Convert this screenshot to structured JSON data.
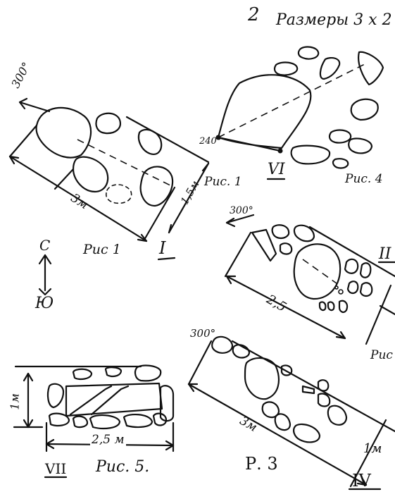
{
  "header": {
    "page_number": "2",
    "title": "Размеры 3 x 2"
  },
  "figures": {
    "fig1": {
      "direction": "300°",
      "length": "3м",
      "width": "1,5м",
      "caption": "Рис. 1",
      "caption2": "Рис 1",
      "numeral": "I"
    },
    "compass": {
      "north": "С",
      "south": "Ю"
    },
    "fig2": {
      "direction": "300°",
      "length": "2,5",
      "numeral": "II",
      "caption": "Рис"
    },
    "fig3": {
      "direction": "300°",
      "length": "3м",
      "width": "1м",
      "caption": "Р. 3",
      "numeral": "IV"
    },
    "fig4": {
      "direction": "240°",
      "caption": "Рис. 4",
      "numeral": "VI"
    },
    "fig5": {
      "width": "1м",
      "length": "2,5 м",
      "caption": "Рис. 5.",
      "numeral": "VII"
    }
  }
}
